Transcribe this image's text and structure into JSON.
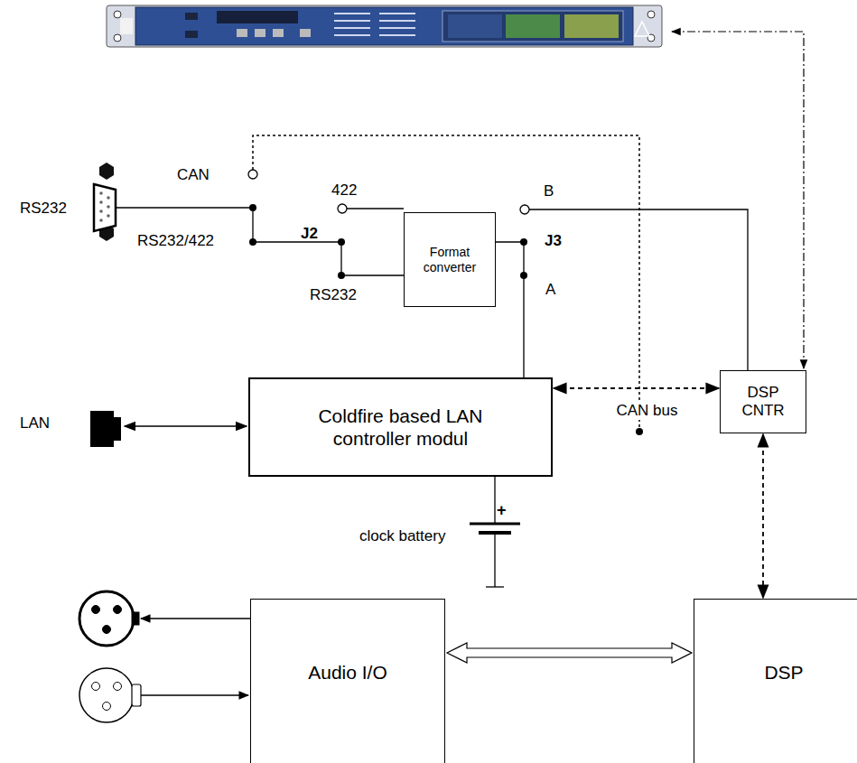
{
  "diagram": {
    "nodes": [
      {
        "text": [
          "Format converter"
        ]
      },
      {
        "text": [
          "Coldfire based LAN controller modul"
        ]
      },
      {
        "text": [
          "DSP CNTR"
        ]
      },
      {
        "text": [
          "Audio I/O"
        ]
      },
      {
        "text": [
          "DSP"
        ]
      }
    ],
    "edges": [
      {
        "from": 1,
        "to": 2,
        "arrow": "both",
        "label": "CAN bus"
      },
      {
        "from": 2,
        "to": 4,
        "arrow": "both"
      },
      {
        "from": 3,
        "to": 4,
        "arrow": "both"
      }
    ],
    "labels": [
      "RS232",
      "CAN",
      "RS232/422",
      "J2",
      "422",
      "RS232",
      "B",
      "J3",
      "A",
      "LAN",
      "clock battery",
      "+"
    ]
  }
}
